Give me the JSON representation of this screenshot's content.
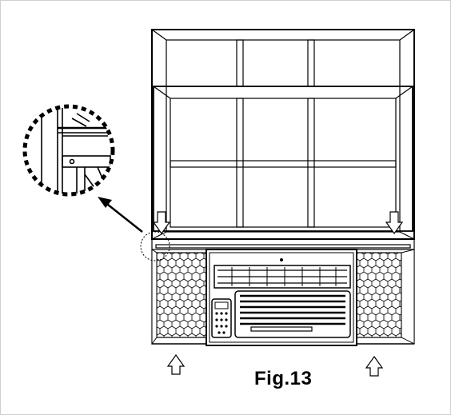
{
  "figure": {
    "caption": "Fig.13",
    "line_color": "#000000",
    "background": "#ffffff",
    "border_color": "#cfcfcf"
  },
  "illustration": {
    "subject": "window-air-conditioner-installation",
    "callout": "detail-magnifier-circle",
    "arrows": [
      "down-arrow-left",
      "down-arrow-right",
      "up-arrow-left",
      "up-arrow-right",
      "pointer-arrow-to-detail"
    ]
  }
}
